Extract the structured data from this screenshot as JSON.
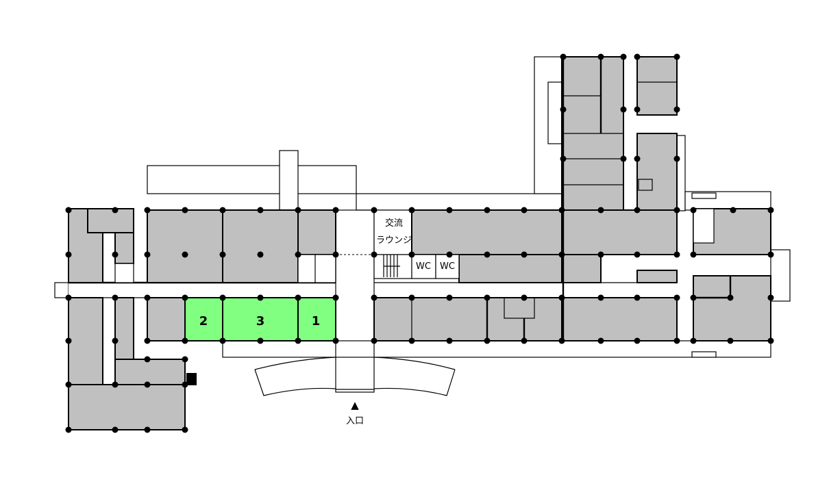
{
  "title": "Floor plan",
  "labels": {
    "lounge_line1": "交流",
    "lounge_line2": "ラウンジ",
    "wc_1": "WC",
    "wc_2": "WC",
    "entrance_marker": "▲",
    "entrance": "入口"
  },
  "highlighted_rooms": [
    {
      "label": "2"
    },
    {
      "label": "3"
    },
    {
      "label": "1"
    }
  ],
  "colors": {
    "room": "#c0c0c0",
    "highlight": "#80ff80",
    "wall": "#000000"
  }
}
